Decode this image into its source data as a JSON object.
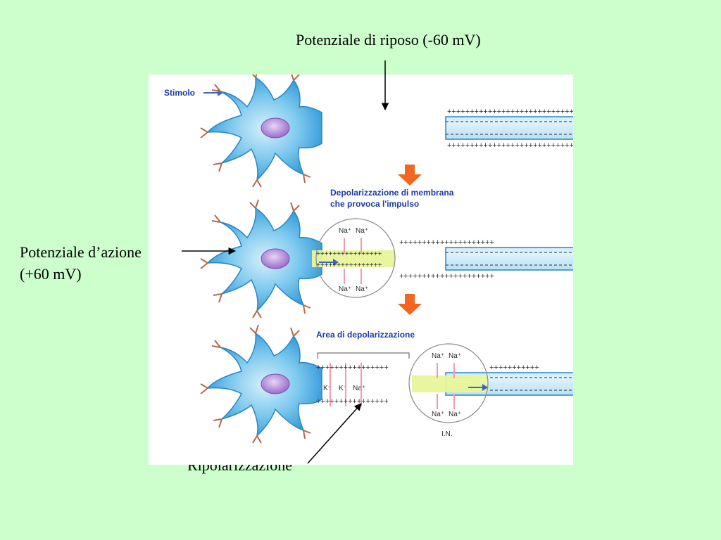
{
  "slide": {
    "background": "#ccffcc",
    "label_resting": "Potenziale di riposo (-60 mV)",
    "label_action_line1": "Potenziale d’azione",
    "label_action_line2": "(+60 mV)",
    "label_repolarization": "Ripolarizzazione"
  },
  "diagram": {
    "stimulus": "Stimolo",
    "depolarization_line1": "Depolarizzazione di membrana",
    "depolarization_line2": "che provoca l'impulso",
    "area_label": "Area di depolarizzazione",
    "na_ion": "Na⁺",
    "k_ion": "K⁺",
    "in_label": "I.N.",
    "colors": {
      "cell_body": "#3fa8e0",
      "axon": "#a8dcf4",
      "nucleus": "#b48ad8",
      "depolarized_zone": "#e8f59a",
      "arrow_orange": "#f2661f",
      "diagram_text": "#1c3aa8"
    }
  }
}
